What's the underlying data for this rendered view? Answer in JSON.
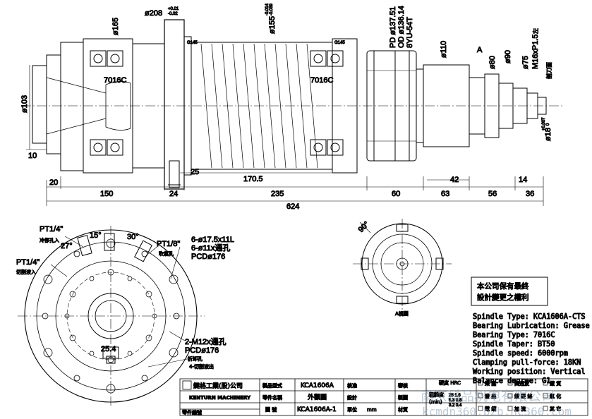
{
  "side_view": {
    "dim_top_flange": "ø208",
    "dim_top_flange_tol_upper": "+0.01",
    "dim_top_flange_tol_lower": "-0.02",
    "dim_d165": "ø165",
    "dim_d155": "ø155",
    "dim_d155_tol_upper": "-0.014",
    "dim_d155_tol_lower": "-0.039",
    "dim_pd": "PD ø137.51",
    "dim_od": "OD ø136.14",
    "dim_belt": "8YU-54T",
    "dim_d110": "ø110",
    "dim_d80": "ø80",
    "dim_d90": "ø90",
    "dim_d75": "ø75",
    "dim_thread": "M16xP1.5",
    "dim_thread_suffix": "左",
    "dim_cut": "剖刀面",
    "dim_a_marker": "A",
    "dim_d103": "ø103",
    "dim_d18": "ø18",
    "dim_d18_tol_upper": "+0.007",
    "dim_d18_tol_lower": "0",
    "dim_g145_left": "G145",
    "dim_g145_right": "G145",
    "bearing_left": "7016C",
    "bearing_right": "7016C",
    "dim_10": "10",
    "dim_20": "20",
    "dim_25": "25",
    "dim_170_5": "170.5",
    "dim_42": "42",
    "dim_14": "14",
    "dim_150": "150",
    "dim_24": "24",
    "dim_235": "235",
    "dim_60": "60",
    "dim_63": "63",
    "dim_56": "56",
    "dim_36": "36",
    "dim_624": "624"
  },
  "front_view": {
    "pt14_top": "PT1/4\"",
    "pt14_top_note": "冷卻孔入",
    "pt14_left": "PT1/4\"",
    "pt14_left_note": "切削液入",
    "ang_27": "27°",
    "ang_15": "15°",
    "ang_30": "30°",
    "pt18": "PT1/8\"",
    "pt18_note": "吹氣孔",
    "holes_1": "6-ø17.5x11L",
    "holes_2": "6-ø11x通孔",
    "pcd_1": "PCDø176",
    "m12_1": "2-M12x通孔",
    "pcd_2": "PCDø176",
    "m12_2": "折卸孔",
    "out_4": "4-切削液出",
    "key_width": "25.4"
  },
  "a_view": {
    "angle": "90°",
    "label": "A視圖"
  },
  "notice": {
    "line1": "本公司保有最終",
    "line2": "設計變更之權利"
  },
  "specs": [
    "Spindle Type: KCA1606A-CTS",
    "Bearing Lubrication: Grease",
    "Bearing Type: 7016C",
    "Spindle Taper: BT50",
    "Spindle speed: 6000rpm",
    "Clamping pull-force: 18KN",
    "Working position: Vertical",
    "Balance degree: G1"
  ],
  "title_block": {
    "company_cn": "鍵格工業(股)公司",
    "company_en": "KENTURN MACHINERY",
    "model_label": "製品型式",
    "model_value": "KCA1606A",
    "part_label": "零件名稱",
    "part_value": "外觀圖",
    "drawing_label": "圖 號",
    "drawing_value": "KCA1606A-1",
    "part_no_label": "零件編號",
    "check_label": "核准",
    "review_label": "審核",
    "design_label": "設計",
    "unit_label": "單位",
    "unit_value": "mm",
    "material_label": "材質",
    "drawing_std_label": "製圖",
    "hardness_label": "硬度 HRC",
    "rough_label": "粗糙度",
    "rough_unit": "(min)",
    "roughness_values": [
      "25 1.6",
      "6.3 0.8",
      "3.2 0.4"
    ],
    "finish_options": [
      "染 黑",
      "高週波",
      "鍍 質",
      "發 黑",
      "鍍 硬 鉻",
      "氣 化",
      "電 鍍",
      "加 流",
      "其 它"
    ]
  },
  "watermark": {
    "cn": "南京科品机电有限公司",
    "url": "kcmdn360.b2b.hc360.com"
  }
}
